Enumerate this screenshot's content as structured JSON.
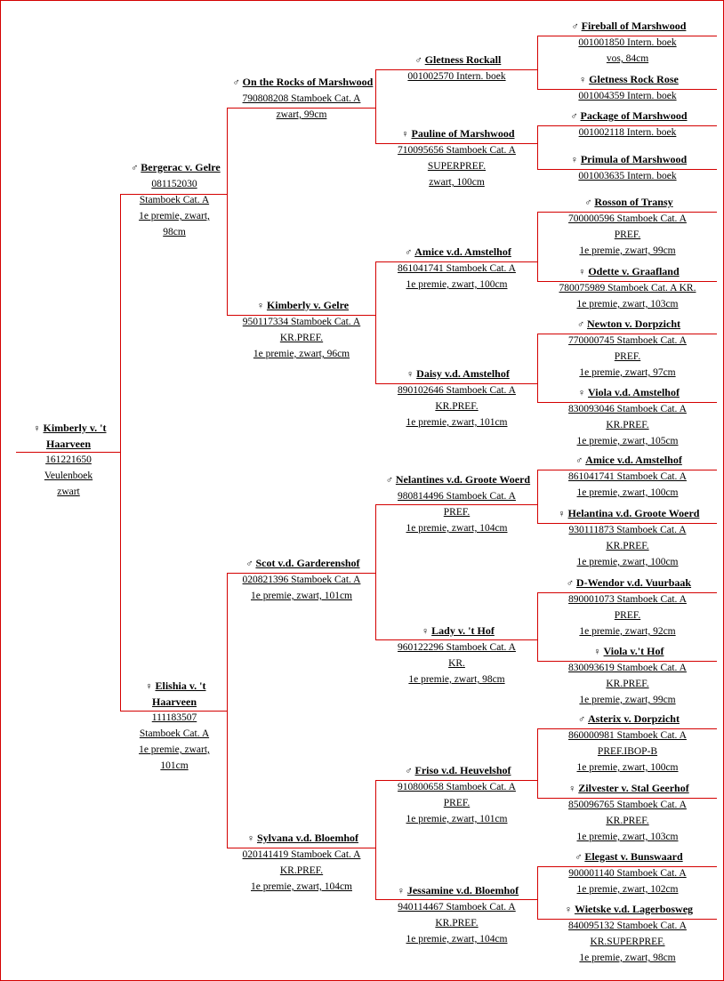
{
  "root": {
    "sex": "♀",
    "name": "Kimberly v. 't Haarveen",
    "info": [
      "161221650",
      "Veulenboek",
      "zwart"
    ]
  },
  "g1": [
    {
      "sex": "♂",
      "name": "Bergerac v. Gelre",
      "info": [
        "081152030",
        "Stamboek Cat. A",
        "1e premie, zwart,",
        "98cm"
      ]
    },
    {
      "sex": "♀",
      "name": "Elishia v. 't Haarveen",
      "info": [
        "111183507",
        "Stamboek Cat. A",
        "1e premie, zwart,",
        "101cm"
      ]
    }
  ],
  "g2": [
    {
      "sex": "♂",
      "name": "On the Rocks of Marshwood",
      "info": [
        "790808208 Stamboek Cat. A",
        "zwart, 99cm"
      ]
    },
    {
      "sex": "♀",
      "name": "Kimberly v. Gelre",
      "info": [
        "950117334 Stamboek Cat. A",
        "KR.PREF.",
        "1e premie, zwart, 96cm"
      ]
    },
    {
      "sex": "♂",
      "name": "Scot v.d. Garderenshof",
      "info": [
        "020821396 Stamboek Cat. A",
        "1e premie, zwart, 101cm"
      ]
    },
    {
      "sex": "♀",
      "name": "Sylvana v.d. Bloemhof",
      "info": [
        "020141419 Stamboek Cat. A",
        "KR.PREF.",
        "1e premie, zwart, 104cm"
      ]
    }
  ],
  "g3": [
    {
      "sex": "♂",
      "name": "Gletness Rockall",
      "info": [
        "001002570 Intern. boek"
      ]
    },
    {
      "sex": "♀",
      "name": "Pauline of Marshwood",
      "info": [
        "710095656 Stamboek Cat. A",
        "SUPERPREF.",
        "zwart, 100cm"
      ]
    },
    {
      "sex": "♂",
      "name": "Amice v.d. Amstelhof",
      "info": [
        "861041741 Stamboek Cat. A",
        "1e premie, zwart, 100cm"
      ]
    },
    {
      "sex": "♀",
      "name": "Daisy v.d. Amstelhof",
      "info": [
        "890102646 Stamboek Cat. A",
        "KR.PREF.",
        "1e premie, zwart, 101cm"
      ]
    },
    {
      "sex": "♂",
      "name": "Nelantines v.d. Groote Woerd",
      "info": [
        "980814496 Stamboek Cat. A",
        "PREF.",
        "1e premie, zwart, 104cm"
      ]
    },
    {
      "sex": "♀",
      "name": "Lady v. 't Hof",
      "info": [
        "960122296 Stamboek Cat. A",
        "KR.",
        "1e premie, zwart, 98cm"
      ]
    },
    {
      "sex": "♂",
      "name": "Friso v.d. Heuvelshof",
      "info": [
        "910800658 Stamboek Cat. A",
        "PREF.",
        "1e premie, zwart, 101cm"
      ]
    },
    {
      "sex": "♀",
      "name": "Jessamine v.d. Bloemhof",
      "info": [
        "940114467 Stamboek Cat. A",
        "KR.PREF.",
        "1e premie, zwart, 104cm"
      ]
    }
  ],
  "g4": [
    {
      "sex": "♂",
      "name": "Fireball of Marshwood",
      "info": [
        "001001850 Intern. boek",
        "vos, 84cm"
      ]
    },
    {
      "sex": "♀",
      "name": "Gletness Rock Rose",
      "info": [
        "001004359 Intern. boek"
      ]
    },
    {
      "sex": "♂",
      "name": "Package of Marshwood",
      "info": [
        "001002118 Intern. boek"
      ]
    },
    {
      "sex": "♀",
      "name": "Primula of Marshwood",
      "info": [
        "001003635 Intern. boek"
      ]
    },
    {
      "sex": "♂",
      "name": "Rosson of Transy",
      "info": [
        "700000596 Stamboek Cat. A",
        "PREF.",
        "1e premie, zwart, 99cm"
      ]
    },
    {
      "sex": "♀",
      "name": "Odette v. Graafland",
      "info": [
        "780075989 Stamboek Cat. A KR.",
        "1e premie, zwart, 103cm"
      ]
    },
    {
      "sex": "♂",
      "name": "Newton v. Dorpzicht",
      "info": [
        "770000745 Stamboek Cat. A",
        "PREF.",
        "1e premie, zwart, 97cm"
      ]
    },
    {
      "sex": "♀",
      "name": "Viola v.d. Amstelhof",
      "info": [
        "830093046 Stamboek Cat. A",
        "KR.PREF.",
        "1e premie, zwart, 105cm"
      ]
    },
    {
      "sex": "♂",
      "name": "Amice v.d. Amstelhof",
      "info": [
        "861041741 Stamboek Cat. A",
        "1e premie, zwart, 100cm"
      ]
    },
    {
      "sex": "♀",
      "name": "Helantina v.d. Groote Woerd",
      "info": [
        "930111873 Stamboek Cat. A",
        "KR.PREF.",
        "1e premie, zwart, 100cm"
      ]
    },
    {
      "sex": "♂",
      "name": "D-Wendor v.d. Vuurbaak",
      "info": [
        "890001073 Stamboek Cat. A",
        "PREF.",
        "1e premie, zwart, 92cm"
      ]
    },
    {
      "sex": "♀",
      "name": "Viola v.'t Hof",
      "info": [
        "830093619 Stamboek Cat. A",
        "KR.PREF.",
        "1e premie, zwart, 99cm"
      ]
    },
    {
      "sex": "♂",
      "name": "Asterix v. Dorpzicht",
      "info": [
        "860000981 Stamboek Cat. A",
        "PREF.IBOP-B",
        "1e premie, zwart, 100cm"
      ]
    },
    {
      "sex": "♀",
      "name": "Zilvester v. Stal Geerhof",
      "info": [
        "850096765 Stamboek Cat. A",
        "KR.PREF.",
        "1e premie, zwart, 103cm"
      ]
    },
    {
      "sex": "♂",
      "name": "Elegast v. Bunswaard",
      "info": [
        "900001140 Stamboek Cat. A",
        "1e premie, zwart, 102cm"
      ]
    },
    {
      "sex": "♀",
      "name": "Wietske v.d. Lagerbosweg",
      "info": [
        "840095132 Stamboek Cat. A",
        "KR.SUPERPREF.",
        "1e premie, zwart, 98cm"
      ]
    }
  ]
}
